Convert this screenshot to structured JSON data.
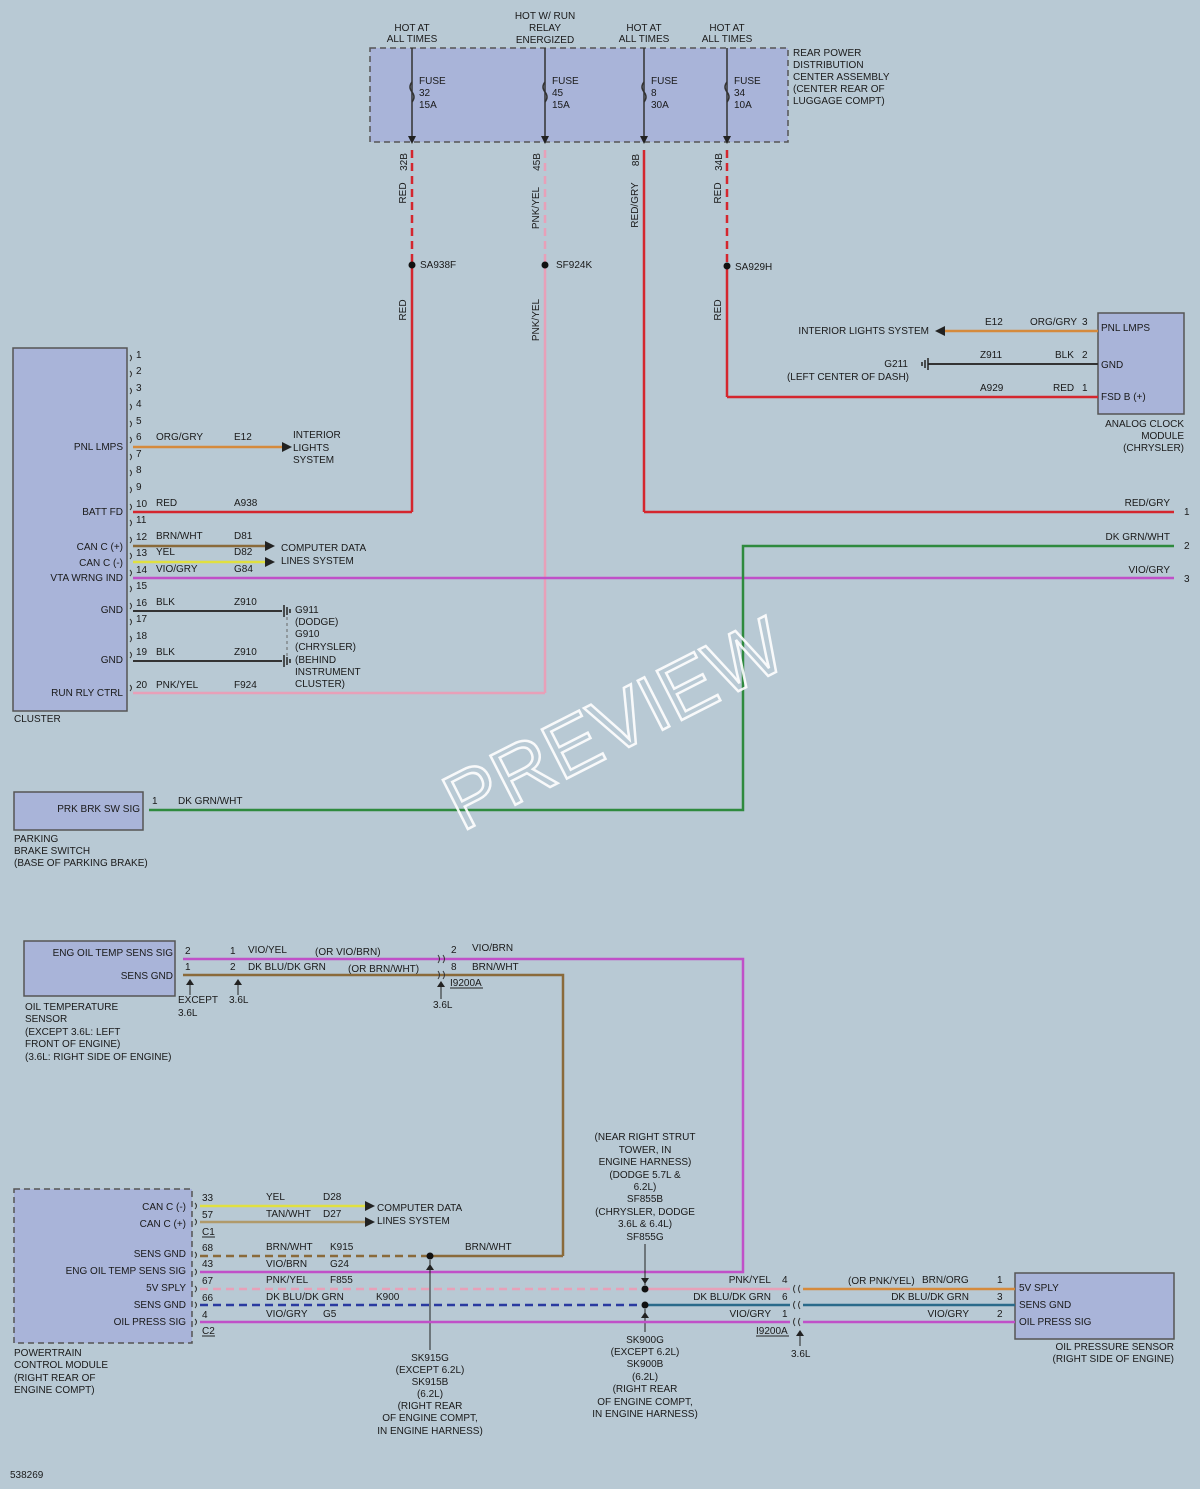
{
  "fuse_block": {
    "hot_at_all_times_1": [
      "HOT AT",
      "ALL TIMES"
    ],
    "hot_run_relay": [
      "HOT W/ RUN",
      "RELAY",
      "ENERGIZED"
    ],
    "hot_at_all_times_2": [
      "HOT AT",
      "ALL TIMES"
    ],
    "hot_at_all_times_3": [
      "HOT AT",
      "ALL TIMES"
    ],
    "fuse32": [
      "FUSE",
      "32",
      "15A"
    ],
    "fuse45": [
      "FUSE",
      "45",
      "15A"
    ],
    "fuse8": [
      "FUSE",
      "8",
      "30A"
    ],
    "fuse34": [
      "FUSE",
      "34",
      "10A"
    ],
    "title": [
      "REAR POWER",
      "DISTRIBUTION",
      "CENTER ASSEMBLY",
      "(CENTER REAR OF",
      "LUGGAGE COMPT)"
    ],
    "pin32": "32B",
    "pin45": "45B",
    "pin8": "8B",
    "pin34": "34B"
  },
  "feeds": {
    "red1": "RED",
    "pnk1": "PNK/YEL",
    "redgry1": "RED/GRY",
    "red2": "RED",
    "splice1": "SA938F",
    "splice2": "SF924K",
    "splice3": "SA929H",
    "red3": "RED",
    "pnk2": "PNK/YEL",
    "red4": "RED"
  },
  "clock": {
    "pins": [
      "PNL LMPS",
      "GND",
      "FSD B (+)"
    ],
    "name": [
      "ANALOG CLOCK",
      "MODULE",
      "(CHRYSLER)"
    ],
    "int_lights": "INTERIOR LIGHTS SYSTEM",
    "w1_circuit": "E12",
    "w1_color": "ORG/GRY",
    "w1_pin": "3",
    "g211": "G211",
    "g211_loc": "(LEFT CENTER OF DASH)",
    "w2_circuit": "Z911",
    "w2_color": "BLK",
    "w2_pin": "2",
    "w3_circuit": "A929",
    "w3_color": "RED",
    "w3_pin": "1"
  },
  "cluster": {
    "name": "CLUSTER",
    "pins": [
      "1",
      "2",
      "3",
      "4",
      "5",
      "6",
      "7",
      "8",
      "9",
      "10",
      "11",
      "12",
      "13",
      "14",
      "15",
      "16",
      "17",
      "18",
      "19",
      "20"
    ],
    "labels": {
      "pnl": "PNL LMPS",
      "batt": "BATT FD",
      "canp": "CAN C (+)",
      "canm": "CAN C (-)",
      "vta": "VTA WRNG IND",
      "gnd1": "GND",
      "gnd2": "GND",
      "run": "RUN RLY CTRL"
    },
    "w6": [
      "ORG/GRY",
      "E12"
    ],
    "w10": [
      "RED",
      "A938"
    ],
    "w12": [
      "BRN/WHT",
      "D81"
    ],
    "w13": [
      "YEL",
      "D82"
    ],
    "w14": [
      "VIO/GRY",
      "G84"
    ],
    "w16": [
      "BLK",
      "Z910"
    ],
    "w19": [
      "BLK",
      "Z910"
    ],
    "w20": [
      "PNK/YEL",
      "F924"
    ],
    "int_lights": [
      "INTERIOR",
      "LIGHTS",
      "SYSTEM"
    ],
    "comp_data": [
      "COMPUTER DATA",
      "LINES SYSTEM"
    ],
    "ground": [
      "G911",
      "(DODGE)",
      "G910",
      "(CHRYSLER)",
      "(BEHIND",
      "INSTRUMENT",
      "CLUSTER)"
    ]
  },
  "right_edge": {
    "redgry": "RED/GRY",
    "dkgrn": "DK GRN/WHT",
    "viogry": "VIO/GRY",
    "n1": "1",
    "n2": "2",
    "n3": "3"
  },
  "parking": {
    "pin_label": "PRK BRK SW SIG",
    "pin": "1",
    "wire": "DK GRN/WHT",
    "name": [
      "PARKING",
      "BRAKE SWITCH",
      "(BASE OF PARKING BRAKE)"
    ]
  },
  "oil_temp": {
    "pins": [
      "ENG OIL TEMP SENS SIG",
      "SENS GND"
    ],
    "pin_a": [
      "2",
      "1"
    ],
    "pin_b": [
      "1",
      "2"
    ],
    "w1": [
      "VIO/YEL",
      "(OR VIO/BRN)"
    ],
    "w2": [
      "DK BLU/DK GRN",
      "(OR BRN/WHT)"
    ],
    "except": [
      "EXCEPT",
      "3.6L"
    ],
    "v36": "3.6L",
    "conn": [
      "2",
      "8"
    ],
    "conn_w": [
      "VIO/BRN",
      "BRN/WHT"
    ],
    "conn_name": "I9200A",
    "conn36": "3.6L",
    "name": [
      "OIL TEMPERATURE",
      "SENSOR",
      "(EXCEPT 3.6L: LEFT",
      "FRONT OF ENGINE)",
      "(3.6L: RIGHT SIDE OF ENGINE)"
    ]
  },
  "pcm": {
    "pins": [
      "CAN C (-)",
      "CAN C (+)",
      "SENS GND",
      "ENG OIL TEMP SENS SIG",
      "5V SPLY",
      "SENS GND",
      "OIL PRESS SIG"
    ],
    "pin_nums": [
      "33",
      "57",
      "68",
      "43",
      "67",
      "66",
      "4"
    ],
    "c1": "C1",
    "c2": "C2",
    "w33": [
      "YEL",
      "D28"
    ],
    "w57": [
      "TAN/WHT",
      "D27"
    ],
    "w68": [
      "BRN/WHT",
      "K915"
    ],
    "w43": [
      "VIO/BRN",
      "G24"
    ],
    "w67": [
      "PNK/YEL",
      "F855"
    ],
    "w66": [
      "DK BLU/DK GRN",
      "K900"
    ],
    "w4": [
      "VIO/GRY",
      "G5"
    ],
    "comp_data": [
      "COMPUTER DATA",
      "LINES SYSTEM"
    ],
    "brnwht": "BRN/WHT",
    "name": [
      "POWERTRAIN",
      "CONTROL MODULE",
      "(RIGHT REAR OF",
      "ENGINE COMPT)"
    ]
  },
  "splices_bottom": {
    "sk915": [
      "SK915G",
      "(EXCEPT 6.2L)",
      "SK915B",
      "(6.2L)",
      "(RIGHT REAR",
      "OF ENGINE COMPT,",
      "IN ENGINE HARNESS)"
    ],
    "sf855": [
      "(NEAR RIGHT STRUT",
      "TOWER, IN",
      "ENGINE HARNESS)",
      "(DODGE 5.7L &",
      "6.2L)",
      "SF855B",
      "(CHRYSLER, DODGE",
      "3.6L & 6.4L)",
      "SF855G"
    ],
    "sk900": [
      "SK900G",
      "(EXCEPT 6.2L)",
      "SK900B",
      "(6.2L)",
      "(RIGHT REAR",
      "OF ENGINE COMPT,",
      "IN ENGINE HARNESS)"
    ]
  },
  "oil_press": {
    "pins": [
      "5V SPLY",
      "SENS GND",
      "OIL PRESS SIG"
    ],
    "pin_nums": [
      "1",
      "3",
      "2"
    ],
    "conn_pins": [
      "4",
      "6",
      "1"
    ],
    "w_in": [
      "PNK/YEL",
      "DK BLU/DK GRN",
      "VIO/GRY"
    ],
    "w_out": [
      "(OR PNK/YEL)",
      "BRN/ORG",
      "DK BLU/DK GRN",
      "VIO/GRY"
    ],
    "conn_name": "I9200A",
    "v36": "3.6L",
    "name": [
      "OIL PRESSURE SENSOR",
      "(RIGHT SIDE OF ENGINE)"
    ]
  },
  "doc_number": "538269",
  "watermark": "PREVIEW",
  "colors": {
    "red": "#d4262e",
    "pink": "#e8a0b8",
    "orange": "#d58a3c",
    "violet": "#c050c8",
    "green": "#2e8a3e",
    "yellow": "#e0e040",
    "brown": "#8a6a3a",
    "black": "#333333",
    "blue": "#2a3aa0"
  }
}
